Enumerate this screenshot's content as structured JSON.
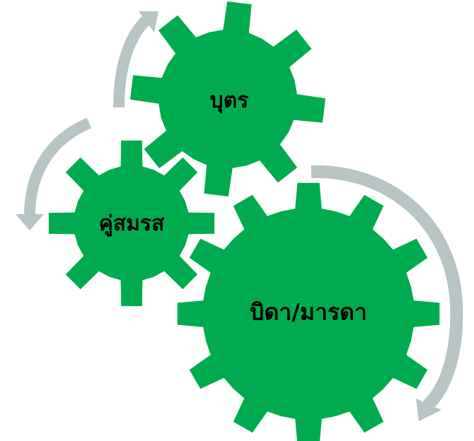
{
  "diagram": {
    "gear_color": "#00ab4f",
    "arrow_color": "#b8c4c4",
    "background": "#ffffff",
    "gears": [
      {
        "id": "child",
        "label": "บุตร"
      },
      {
        "id": "spouse",
        "label": "คู่สมรส"
      },
      {
        "id": "parents",
        "label": "บิดา/มารดา"
      }
    ]
  }
}
